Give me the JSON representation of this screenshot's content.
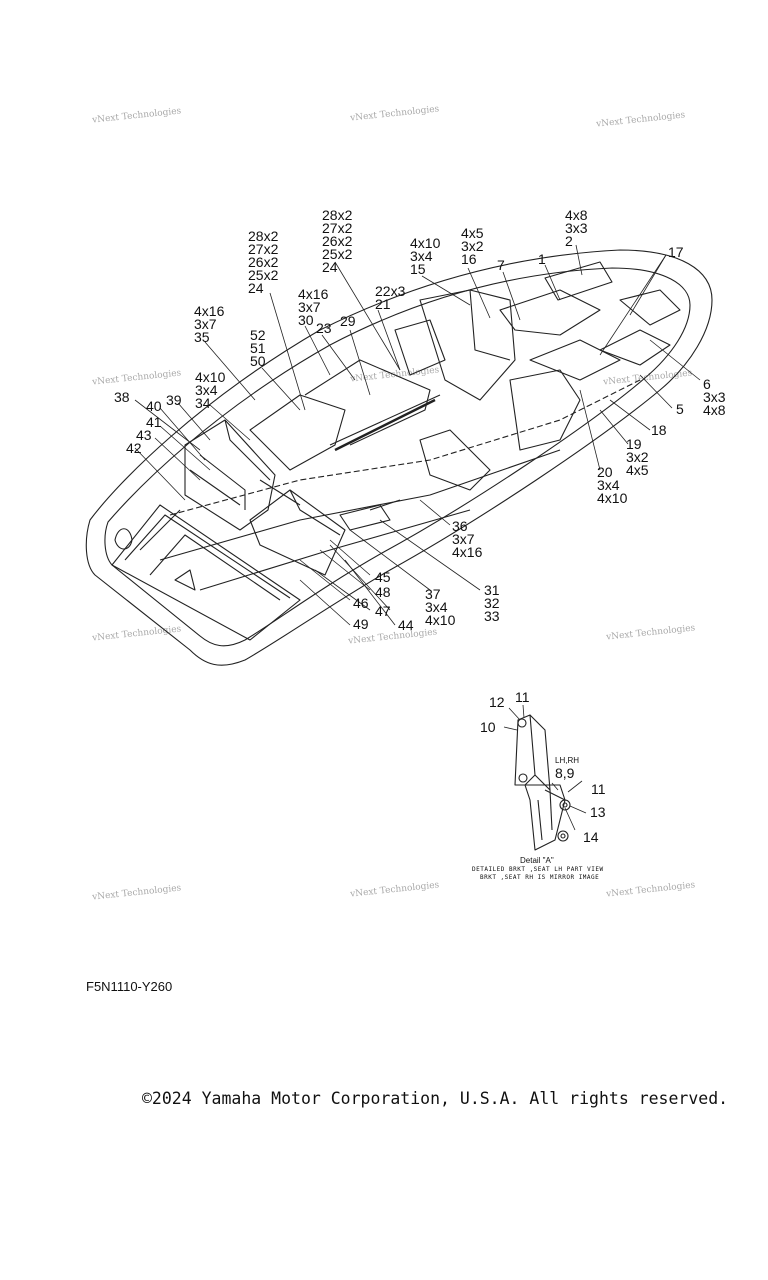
{
  "watermark": "vNext Technologies",
  "callouts": {
    "c1": "1",
    "c2_stack": [
      "4x8",
      "3x3",
      "2"
    ],
    "c17": "17",
    "c7": "7",
    "c16_stack": [
      "4x5",
      "3x2",
      "16"
    ],
    "c15_stack": [
      "4x10",
      "3x4",
      "15"
    ],
    "c28_stack_a": [
      "28x2",
      "27x2",
      "26x2",
      "25x2",
      "24"
    ],
    "c28_stack_b": [
      "28x2",
      "27x2",
      "26x2",
      "25x2",
      "24"
    ],
    "c22_stack": [
      "22x3",
      "21"
    ],
    "c30_stack": [
      "4x16",
      "3x7",
      "30"
    ],
    "c23": "23",
    "c29": "29",
    "c35_stack": [
      "4x16",
      "3x7",
      "35"
    ],
    "c52_stack": [
      "52",
      "51",
      "50"
    ],
    "c34_stack": [
      "4x10",
      "3x4",
      "34"
    ],
    "c38": "38",
    "c39": "39",
    "c40": "40",
    "c41": "41",
    "c43": "43",
    "c42": "42",
    "c6_stack": [
      "6",
      "3x3",
      "4x8"
    ],
    "c5": "5",
    "c18": "18",
    "c19_stack": [
      "19",
      "3x2",
      "4x5"
    ],
    "c20_stack": [
      "20",
      "3x4",
      "4x10"
    ],
    "c36_stack": [
      "36",
      "3x7",
      "4x16"
    ],
    "c31_stack": [
      "31",
      "32",
      "33"
    ],
    "c37_stack": [
      "37",
      "3x4",
      "4x10"
    ],
    "c45": "45",
    "c48": "48",
    "c46": "46",
    "c47": "47",
    "c49": "49",
    "c44": "44"
  },
  "detail": {
    "c12": "12",
    "c11_top": "11",
    "c10": "10",
    "lhrh": "LH,RH",
    "c89": "8,9",
    "c11_bottom": "11",
    "c13": "13",
    "c14": "14",
    "title": "Detail \"A\"",
    "note_line1": "DETAILED BRKT ,SEAT LH PART VIEW",
    "note_line2": "BRKT ,SEAT RH IS MIRROR IMAGE"
  },
  "figure_code": "F5N1110-Y260",
  "copyright": "©2024 Yamaha Motor Corporation, U.S.A. All rights reserved."
}
